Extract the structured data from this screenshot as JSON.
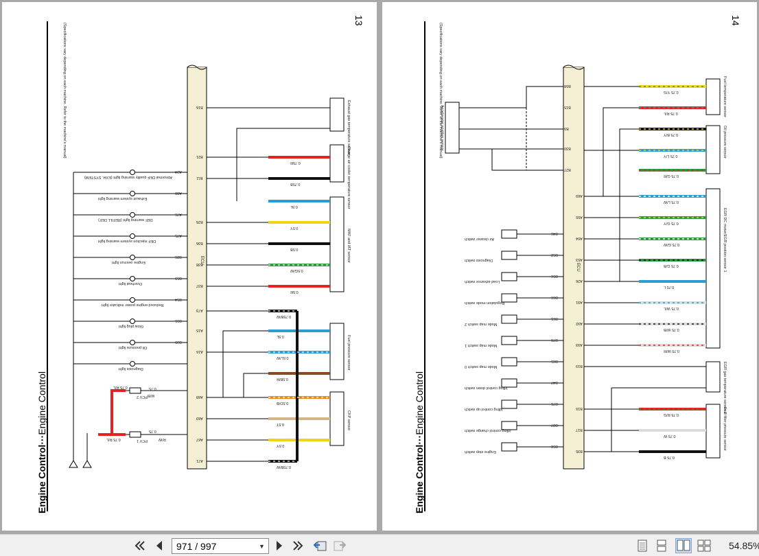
{
  "pages": [
    {
      "number": "13",
      "title": "Engine Control",
      "subtitle": "Engine Control",
      "spec_note": "(Specifications vary depending on each machine. Refer to the machine's manual)",
      "ecu_label": "ECU",
      "connector_labels": [
        "B16",
        "B21",
        "B11",
        "B25",
        "B36",
        "B38",
        "B37",
        "A73",
        "A15",
        "A16",
        "A68",
        "A69",
        "A67",
        "A71",
        "A34",
        "A80",
        "A76",
        "A75",
        "B26",
        "B59",
        "B54",
        "B55",
        "B39"
      ],
      "sensors": [
        "Exhaust gas temperature sensor",
        "Charge air cooler temperature sensor",
        "MAF and IAT sensor",
        "Fuel pressure sensor",
        "CKP sensor"
      ],
      "wires": [
        "0.75R",
        "0.75B",
        "0.5L",
        "0.5Y",
        "0.5B",
        "0.5G/W",
        "0.5R",
        "0.75B/W",
        "0.5L",
        "0.5L/W",
        "0.5B/R",
        "0.5O/B",
        "0.5T",
        "0.5Y",
        "0.75B/W"
      ],
      "lamps": [
        "Abnormal DEF quality warning light (EXH. SYSTEM)",
        "Exhaust system warning light",
        "DEF warning light (REFILL DEF)",
        "DEF injection system warning light",
        "Engine overrun light",
        "Overheat light",
        "Reduced engine power indicator light",
        "Glow plug light",
        "Oil pressure light",
        "Diagnosis light"
      ],
      "pcv": [
        "PCV 2",
        "PCV 1"
      ],
      "pcv_wires": [
        "0.75 R/L",
        "0.75 R/L",
        "W/B",
        "R/W",
        "0.75",
        "0.75"
      ]
    },
    {
      "number": "14",
      "title": "Engine Control",
      "subtitle": "Engine Control",
      "spec_note": "(Specifications vary depending on each machine. Refer to the machine's manual)",
      "ecu_label": "ECU",
      "left_device": "Accelerator position sensor",
      "connector_labels": [
        "B58",
        "B15",
        "B9",
        "B30",
        "B27",
        "A69",
        "A55",
        "A54",
        "A53",
        "A26",
        "A91",
        "A92",
        "A93",
        "B19",
        "B16",
        "B17",
        "B35"
      ],
      "switch_labels": [
        "B46",
        "B52",
        "B56",
        "B66",
        "B61",
        "B70",
        "B65",
        "B47",
        "B71",
        "B87",
        "B50"
      ],
      "sensors": [
        "Fuel temperature sensor",
        "Oil pressure sensor",
        "EGR DC motor/EGR position sensor 1",
        "EGR gas temperature sensor 2",
        "Fuel filter pressure sensor"
      ],
      "wires": [
        "0.75 Y/G",
        "0.75 R/L",
        "0.75 B/Y",
        "0.75 L/Y",
        "0.75 G/R",
        "0.75 L/W",
        "0.75 G/Y",
        "0.75 G/W",
        "0.75 G/B",
        "0.75 L",
        "0.75 W/L",
        "0.75 W/B",
        "0.75 W/R",
        "0.75 R/G",
        "0.75 W",
        "0.75 B"
      ],
      "switches": [
        "Air cleaner switch",
        "Diagnosis switch",
        "Load advance switch",
        "Regulation mode switch",
        "Mode map switch 2",
        "Mode map switch 1",
        "Mode map switch 0",
        "Idling control down switch",
        "Idling control up switch",
        "Idling control change switch",
        "Engine stop switch"
      ]
    }
  ],
  "toolbar": {
    "page_field": "971 / 997",
    "zoom": "54.85%",
    "first_icon": "first-page-icon",
    "prev_icon": "previous-page-icon",
    "next_icon": "next-page-icon",
    "last_icon": "last-page-icon"
  }
}
